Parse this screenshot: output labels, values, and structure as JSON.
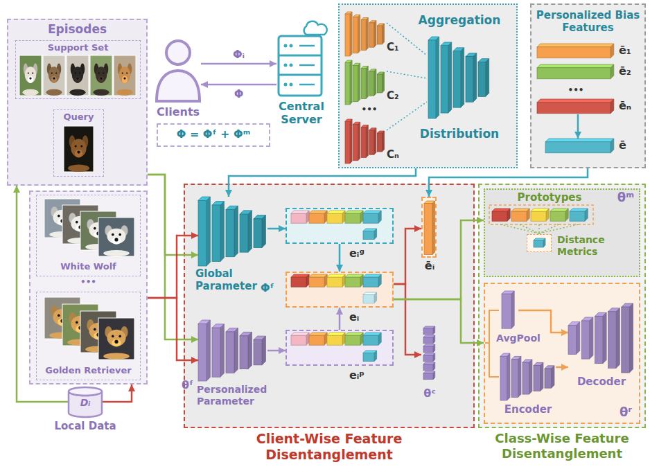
{
  "diagram": {
    "nodes": [
      {
        "text": [
          "Episodes"
        ]
      },
      {
        "text": [
          "Support Set"
        ],
        "in": 0
      },
      {
        "text": [
          "Query"
        ],
        "in": 0
      },
      {
        "text": [
          "•••"
        ]
      },
      {
        "text": [
          "White Wolf"
        ],
        "in": 3
      },
      {
        "text": [
          "Golden Retriever"
        ],
        "in": 3
      },
      {
        "text": [
          "Dᵢ",
          "Local Data"
        ]
      },
      {
        "text": [
          "Clients"
        ]
      },
      {
        "text": [
          "Central Server"
        ]
      },
      {
        "text": [
          "Φ = Φᶠ + Φᵐ"
        ]
      },
      {
        "text": [
          "Aggregation",
          "•••",
          "Distribution"
        ]
      },
      {
        "text": [
          "C₁"
        ],
        "in": 10
      },
      {
        "text": [
          "C₂"
        ],
        "in": 10
      },
      {
        "text": [
          "Cₙ"
        ],
        "in": 10
      },
      {
        "text": [
          "Personalized Bias Features",
          "•••"
        ]
      },
      {
        "text": [
          "ē₁"
        ],
        "in": 14
      },
      {
        "text": [
          "ē₂"
        ],
        "in": 14
      },
      {
        "text": [
          "ēₙ"
        ],
        "in": 14
      },
      {
        "text": [
          "ē"
        ],
        "in": 14
      },
      {
        "text": [
          "Client-Wise Feature Disentanglement"
        ]
      },
      {
        "text": [
          "Global Parameter",
          "Φᶠ"
        ],
        "in": 19
      },
      {
        "text": [
          "θᶠ",
          "Personalized Parameter"
        ],
        "in": 19
      },
      {
        "text": [
          "eᵢᵍ"
        ],
        "in": 19
      },
      {
        "text": [
          "eᵢ"
        ],
        "in": 19
      },
      {
        "text": [
          "eᵢᵖ"
        ],
        "in": 19
      },
      {
        "text": [
          "ēᵢ"
        ],
        "in": 19
      },
      {
        "text": [
          "θᶜ"
        ],
        "in": 19
      },
      {
        "text": [
          "Class-Wise Feature Disentanglement"
        ]
      },
      {
        "text": [
          "Prototypes",
          "θᵐ"
        ],
        "in": 27
      },
      {
        "text": [
          "Distance Metrics"
        ],
        "in": 28
      },
      {
        "text": [
          "θʳ"
        ],
        "in": 27
      },
      {
        "text": [
          "AvgPool"
        ],
        "in": 30
      },
      {
        "text": [
          "Encoder"
        ],
        "in": 30
      },
      {
        "text": [
          "Decoder"
        ],
        "in": 30
      }
    ],
    "edges": [
      {
        "from": 7,
        "to": 8,
        "arrow": "to",
        "label": "Φᵢ"
      },
      {
        "from": 8,
        "to": 7,
        "arrow": "to",
        "label": "Φ"
      },
      {
        "from": 6,
        "to": 0,
        "arrow": "to"
      },
      {
        "from": 6,
        "to": 3,
        "arrow": "to"
      },
      {
        "from": 0,
        "to": 20,
        "arrow": "to"
      },
      {
        "from": 0,
        "to": 21,
        "arrow": "to"
      },
      {
        "from": 3,
        "to": 20,
        "arrow": "to"
      },
      {
        "from": 3,
        "to": 21,
        "arrow": "to"
      },
      {
        "from": 10,
        "to": 20,
        "arrow": "to"
      },
      {
        "from": 14,
        "to": 25,
        "arrow": "to"
      },
      {
        "from": 20,
        "to": 22,
        "arrow": "to"
      },
      {
        "from": 21,
        "to": 24,
        "arrow": "to"
      },
      {
        "from": 22,
        "to": 23,
        "arrow": "to"
      },
      {
        "from": 24,
        "to": 23,
        "arrow": "to"
      },
      {
        "from": 23,
        "to": 25,
        "arrow": "to"
      },
      {
        "from": 23,
        "to": 26,
        "arrow": "to"
      },
      {
        "from": 23,
        "to": 28,
        "arrow": "to"
      },
      {
        "from": 23,
        "to": 30,
        "arrow": "to"
      },
      {
        "from": 17,
        "to": 18,
        "arrow": "to"
      },
      {
        "from": 31,
        "to": 33,
        "arrow": "to"
      },
      {
        "from": 32,
        "to": 33,
        "arrow": "to"
      }
    ]
  }
}
